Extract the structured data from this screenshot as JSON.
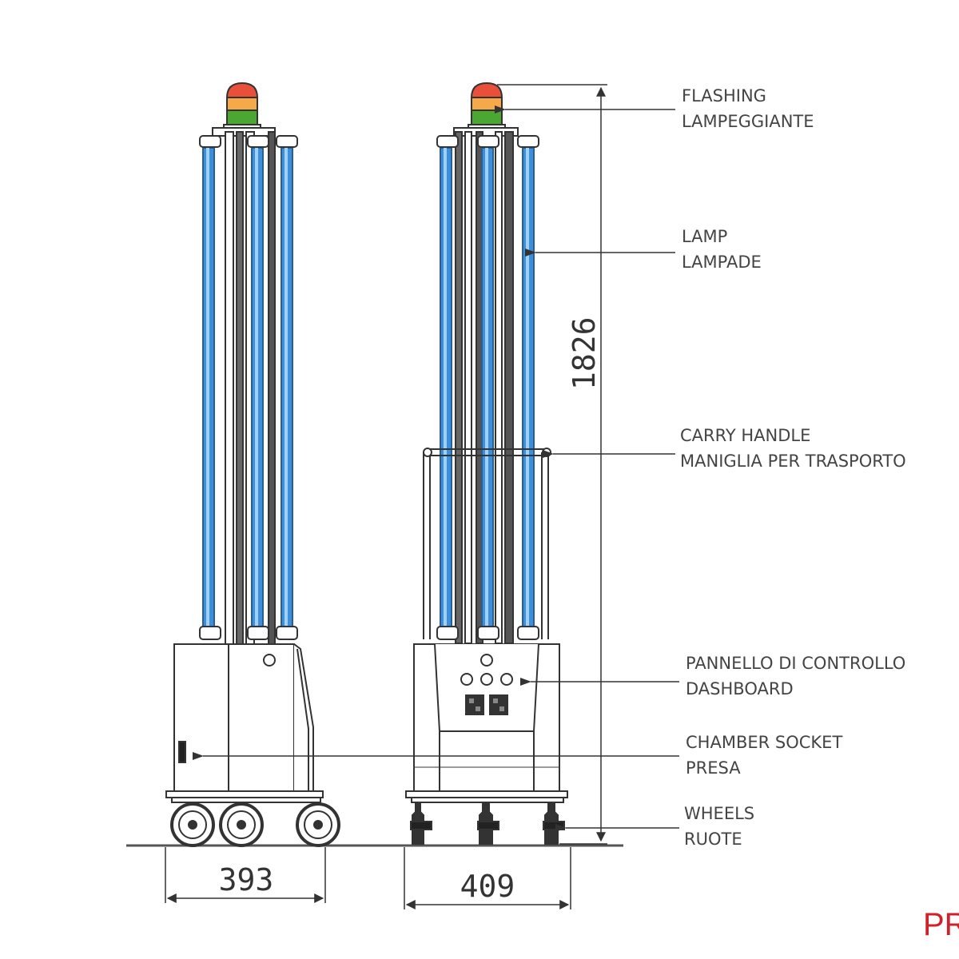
{
  "callouts": [
    {
      "en": "FLASHING",
      "it": "LAMPEGGIANTE"
    },
    {
      "en": "LAMP",
      "it": "LAMPADE"
    },
    {
      "en": "CARRY HANDLE",
      "it": "MANIGLIA PER TRASPORTO"
    },
    {
      "en": "PANNELLO DI CONTROLLO",
      "it": "DASHBOARD"
    },
    {
      "en": "CHAMBER SOCKET",
      "it": "PRESA"
    },
    {
      "en": "WHEELS",
      "it": "RUOTE"
    }
  ],
  "dimensions": {
    "height": "1826",
    "side_width": "393",
    "front_width": "409"
  },
  "brand_fragment": "PR",
  "colors": {
    "lamp_blue": "#3d8fdc",
    "lamp_blue_light": "#9fd0f5",
    "beacon_red": "#e8503a",
    "beacon_orange": "#f5a94a",
    "beacon_green": "#4aa832",
    "line": "#333333",
    "brand_red": "#d0202a"
  }
}
